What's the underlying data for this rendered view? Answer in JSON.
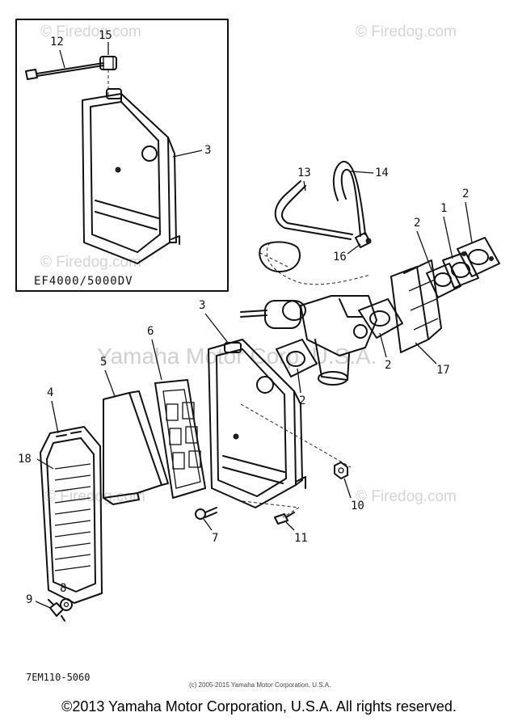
{
  "watermarks": {
    "firedog": "© Firedog.com",
    "center": "Yamaha Motor Corp. U.S.A."
  },
  "inset": {
    "caption": "EF4000/5000DV",
    "labels": [
      "12",
      "15",
      "3"
    ]
  },
  "callouts": {
    "p1": "1",
    "p2a": "2",
    "p2b": "2",
    "p2c": "2",
    "p2d": "2",
    "p3": "3",
    "p4": "4",
    "p5": "5",
    "p6": "6",
    "p7": "7",
    "p8": "8",
    "p9": "9",
    "p10": "10",
    "p11": "11",
    "p13": "13",
    "p14": "14",
    "p16": "16",
    "p17": "17",
    "p18": "18"
  },
  "diagram_code": "7EM110-5060",
  "small_copyright": "(c) 2005-2015 Yamaha Motor Corporation, U.S.A.",
  "footer_copyright": "©2013 Yamaha Motor Corporation, U.S.A. All rights reserved."
}
